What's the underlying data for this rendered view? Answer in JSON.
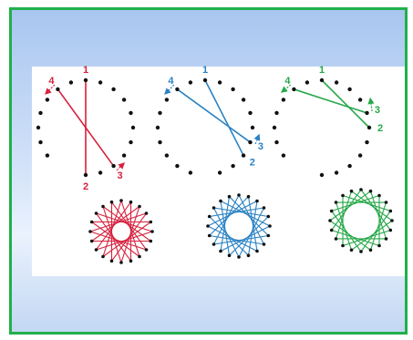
{
  "colors": {
    "frame_border": "#20b04b",
    "background_top": "#a9c6ef",
    "panel": "#ffffff"
  },
  "steps": [
    {
      "color": "#d6213d",
      "labels": [
        "1",
        "2",
        "3",
        "4"
      ]
    },
    {
      "color": "#2a82c4",
      "labels": [
        "1",
        "2",
        "3",
        "4"
      ]
    },
    {
      "color": "#27a84a",
      "labels": [
        "1",
        "2",
        "3",
        "4"
      ]
    }
  ]
}
